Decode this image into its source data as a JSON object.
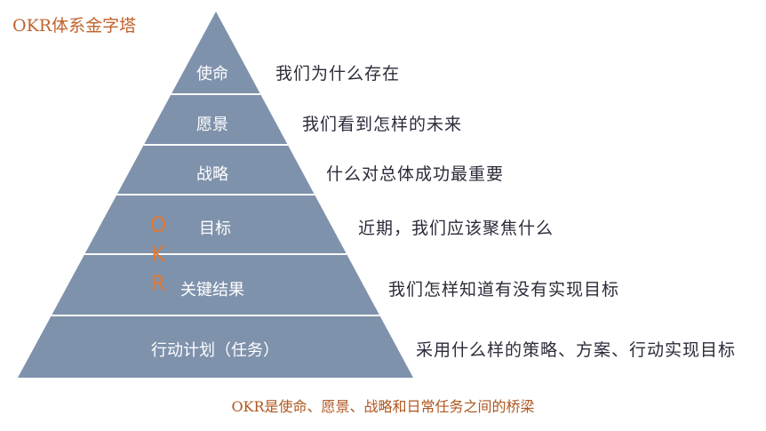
{
  "title": "OKR体系金字塔",
  "colors": {
    "pyramid_fill": "#7f92ac",
    "separator": "#ffffff",
    "title_color": "#c0622b",
    "okr_color": "#e07a35",
    "text_color": "#2b2b3a"
  },
  "okr_letters": [
    "O",
    "K",
    "R"
  ],
  "levels": [
    {
      "label": "使命",
      "description": "我们为什么存在"
    },
    {
      "label": "愿景",
      "description": "我们看到怎样的未来"
    },
    {
      "label": "战略",
      "description": "什么对总体成功最重要"
    },
    {
      "label": "目标",
      "description": "近期，我们应该聚焦什么"
    },
    {
      "label": "关键结果",
      "description": "我们怎样知道有没有实现目标"
    },
    {
      "label": "行动计划（任务）",
      "description": "采用什么样的策略、方案、行动实现目标"
    }
  ],
  "footer": "OKR是使命、愿景、战略和日常任务之间的桥梁"
}
